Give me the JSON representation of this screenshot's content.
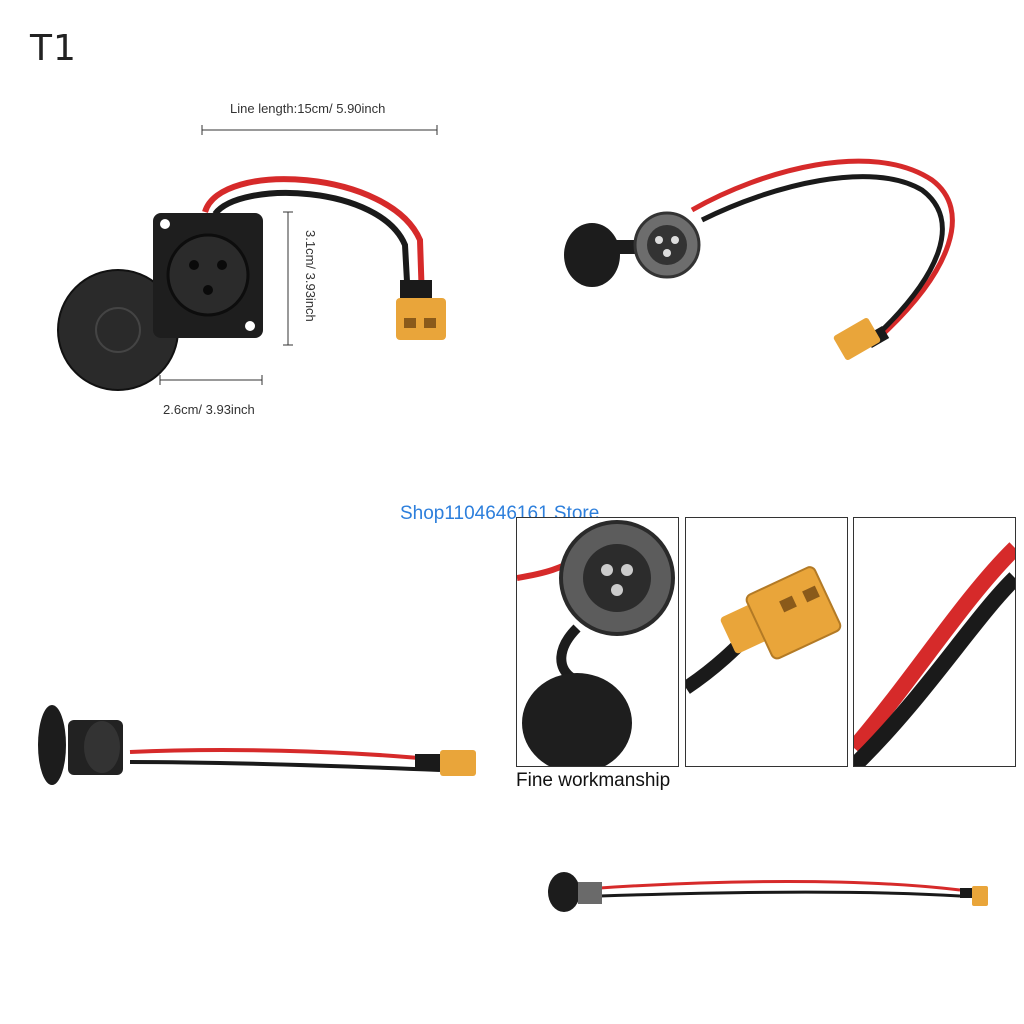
{
  "variant_label": "T1",
  "dimensions": {
    "line_length": "Line length:15cm/ 5.90inch",
    "height": "3.1cm/ 3.93inch",
    "width": "2.6cm/ 3.93inch"
  },
  "store_watermark": "Shop1104646161 Store",
  "caption": "Fine workmanship",
  "colors": {
    "red_wire": "#d62a2a",
    "black_wire": "#1a1a1a",
    "connector_yellow": "#e9a53a",
    "link_blue": "#2d7fdc"
  }
}
